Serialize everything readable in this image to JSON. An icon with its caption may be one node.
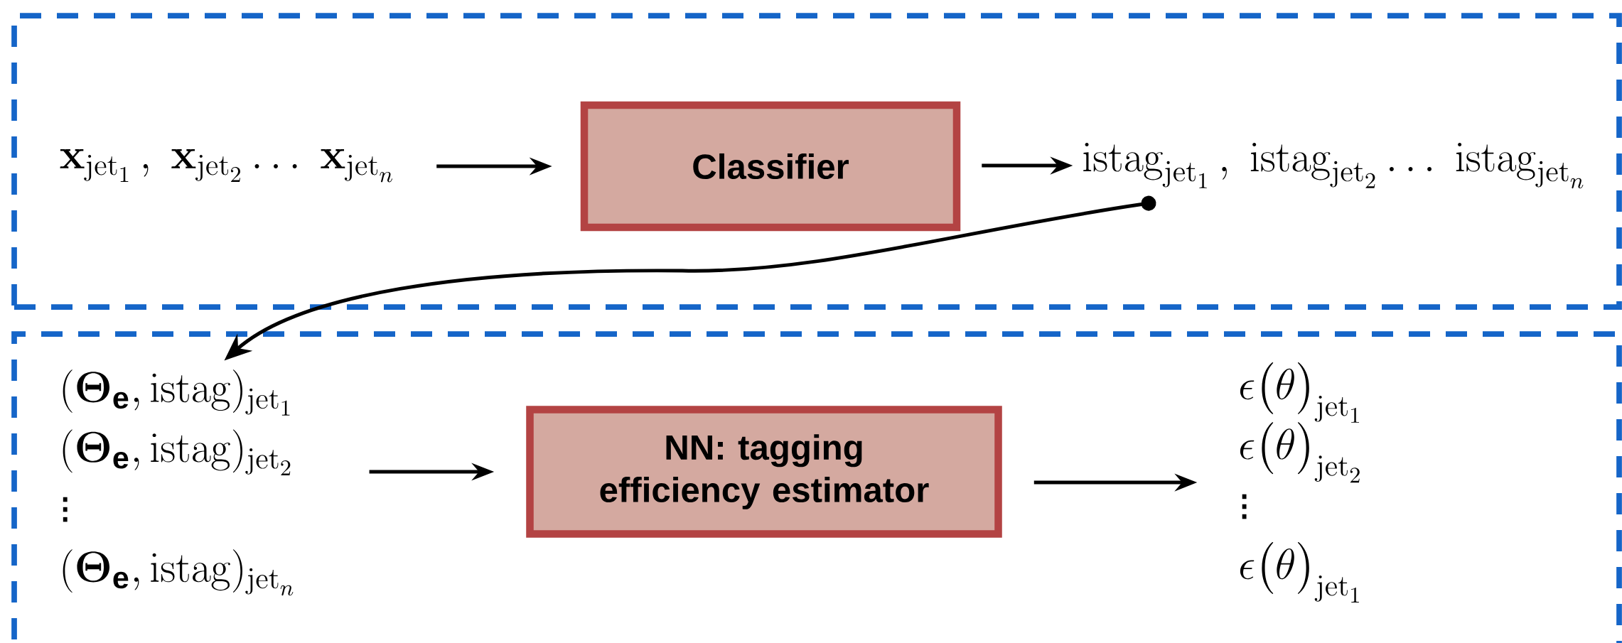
{
  "diagram": {
    "nodes": [
      {
        "text": [],
        "shape": "box"
      },
      {
        "text": [
          "\\mathbf{x}_{\\mathrm{jet}_1}\\,,\\ \\mathbf{x}_{\\mathrm{jet}_2}\\dots\\ \\mathbf{x}_{\\mathrm{jet}_n}"
        ],
        "in": 0
      },
      {
        "text": [
          "Classifier"
        ],
        "in": 0
      },
      {
        "text": [
          "\\mathrm{istag}_{\\mathrm{jet}_1}\\,,\\ \\mathrm{istag}_{\\mathrm{jet}_2}\\dots\\ \\mathrm{istag}_{\\mathrm{jet}_n}"
        ],
        "in": 0
      },
      {
        "text": [],
        "shape": "box"
      },
      {
        "text": [
          "(\\mathbf{\\Theta}_{\\textbf{e}},\\mathrm{istag})_{\\mathrm{jet}_1}",
          "(\\mathbf{\\Theta}_{\\textbf{e}},\\mathrm{istag})_{\\mathrm{jet}_2}",
          "\\vdots",
          "(\\mathbf{\\Theta}_{\\textbf{e}},\\mathrm{istag})_{\\mathrm{jet}_n}"
        ],
        "in": 4
      },
      {
        "text": [
          "NN: tagging efficiency estimator"
        ],
        "in": 4
      },
      {
        "text": [
          "\\epsilon\\big(\\theta\\big)_{\\mathrm{jet}_1}",
          "\\epsilon\\big(\\theta\\big)_{\\mathrm{jet}_2}",
          "\\vdots",
          "\\epsilon\\big(\\theta\\big)_{\\mathrm{jet}_1}"
        ],
        "in": 4
      }
    ],
    "edges": [
      {
        "from": 1,
        "to": 2,
        "arrow": "to"
      },
      {
        "from": 2,
        "to": 3,
        "arrow": "to"
      },
      {
        "from": 3,
        "to": 5,
        "arrow": "to"
      },
      {
        "from": 5,
        "to": 6,
        "arrow": "to"
      },
      {
        "from": 6,
        "to": 7,
        "arrow": "to"
      }
    ]
  }
}
